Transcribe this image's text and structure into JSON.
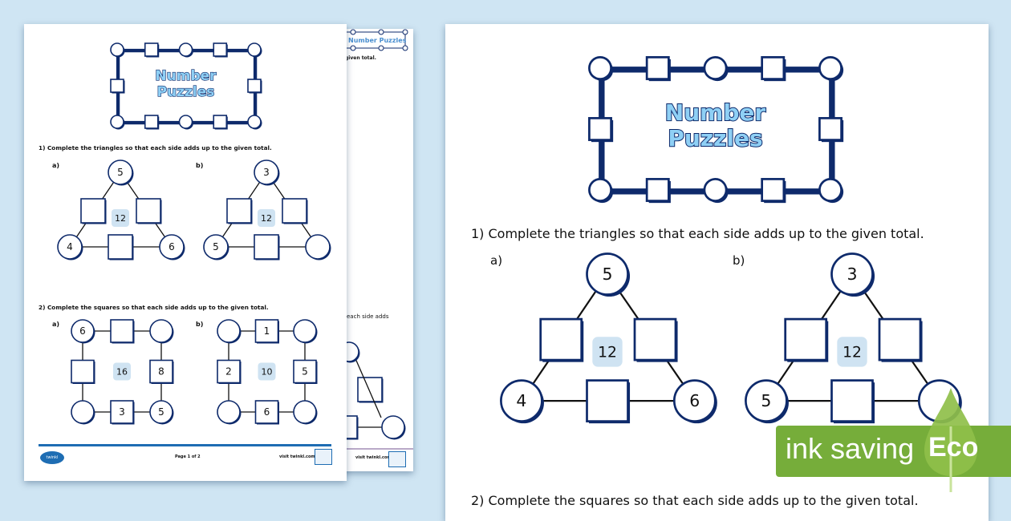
{
  "title": "Number Puzzles",
  "title_lines": [
    "Number",
    "Puzzles"
  ],
  "question1": "1) Complete the triangles so that each side adds up to the given total.",
  "question2": "2) Complete the squares so that each side adds up to the given total.",
  "triangles": [
    {
      "label": "a)",
      "top": "5",
      "left": "4",
      "right": "6",
      "total": "12",
      "sq_left": "",
      "sq_right": "",
      "sq_bottom": ""
    },
    {
      "label": "b)",
      "top": "3",
      "left": "5",
      "right": "",
      "total": "12",
      "sq_left": "",
      "sq_right": "",
      "sq_bottom": ""
    }
  ],
  "squares": [
    {
      "label": "a)",
      "tl": "6",
      "tr": "",
      "bl": "",
      "br": "5",
      "top": "",
      "left": "",
      "right": "8",
      "bottom": "3",
      "total": "16"
    },
    {
      "label": "b)",
      "tl": "",
      "tr": "",
      "bl": "",
      "br": "",
      "top": "1",
      "left": "2",
      "right": "5",
      "bottom": "6",
      "total": "10"
    }
  ],
  "footer": {
    "logo": "twinkl",
    "page": "Page 1 of 2",
    "site": "visit twinkl.com"
  },
  "page2": {
    "title": "Number Puzzles",
    "q1_fragment": "given total.",
    "q2_fragment": "each side adds",
    "site": "visit twinkl.com"
  },
  "eco_badge": {
    "text": "ink saving",
    "label": "Eco"
  },
  "colors": {
    "background": "#cfe5f3",
    "navy": "#0e2a6b",
    "title_fill": "#8fd0f5",
    "total_box": "#cfe3f2",
    "eco_green": "#76ad3a",
    "footer_blue": "#1e6db3"
  }
}
